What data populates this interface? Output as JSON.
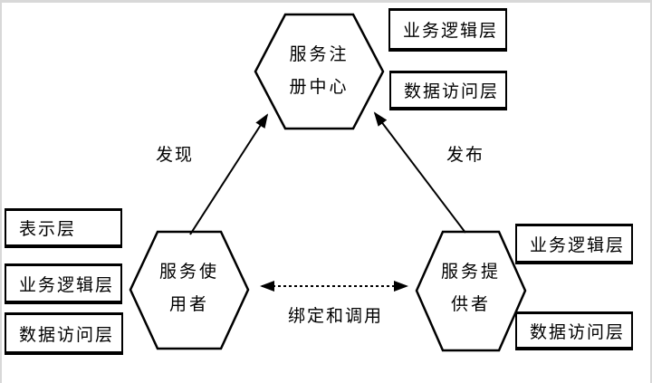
{
  "diagram": {
    "hexagons": {
      "registry": {
        "line1": "服务注",
        "line2": "册中心"
      },
      "consumer": {
        "line1": "服务使",
        "line2": "用者"
      },
      "provider": {
        "line1": "服务提",
        "line2": "供者"
      }
    },
    "edges": {
      "discover_label": "发现",
      "publish_label": "发布",
      "bind_invoke_label": "绑定和调用"
    },
    "layer_boxes": {
      "top_right": {
        "0": "业务逻辑层",
        "1": "数据访问层"
      },
      "left": {
        "0": "表示层",
        "1": "业务逻辑层",
        "2": "数据访问层"
      },
      "right": {
        "0": "业务逻辑层",
        "1": "数据访问层"
      }
    },
    "colors": {
      "line": "#000000",
      "background": "#ffffff",
      "frame": "#d8d8d8"
    }
  }
}
